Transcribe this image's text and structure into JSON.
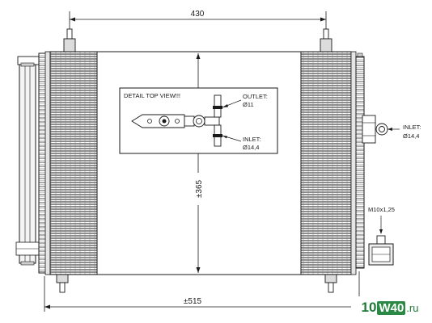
{
  "dimensions": {
    "top_width": "430",
    "height": "±365",
    "bottom_width": "±515"
  },
  "detail": {
    "title": "DETAIL TOP VIEW!!!",
    "outlet_label": "OUTLET:",
    "outlet_size": "Ø11",
    "inlet_label": "INLET:",
    "inlet_size": "Ø14,4"
  },
  "side_inlet": {
    "label": "INLET:",
    "size": "Ø14,4"
  },
  "thread_label": "M10x1,25",
  "logo": {
    "part1": "10",
    "part2": "W40",
    "part3": ".ru"
  }
}
